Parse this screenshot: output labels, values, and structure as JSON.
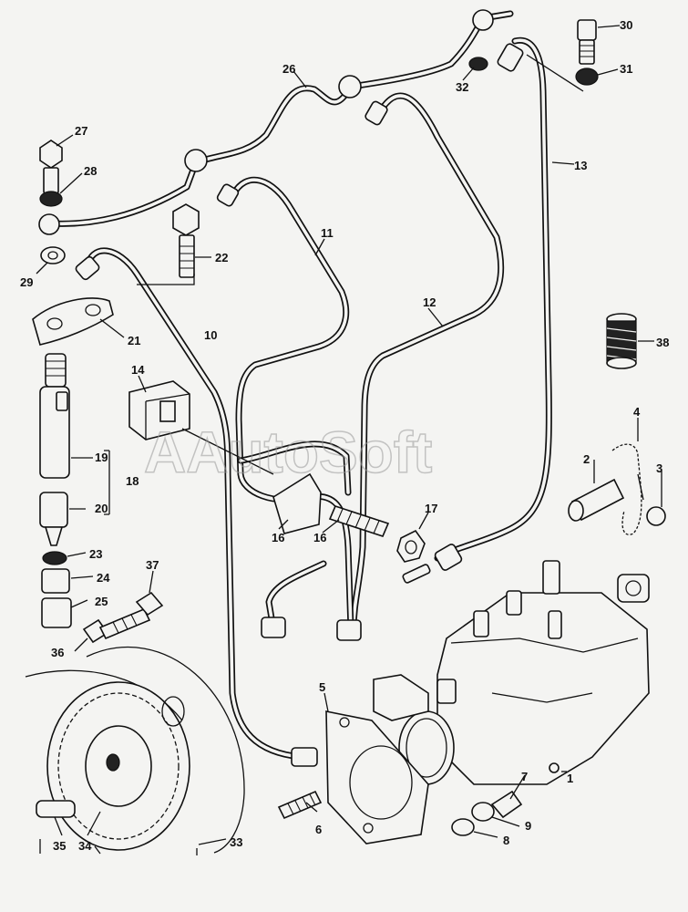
{
  "watermark": "AAutoSoft",
  "labels": {
    "l1": "1",
    "l2": "2",
    "l3": "3",
    "l4": "4",
    "l5": "5",
    "l6": "6",
    "l7": "7",
    "l8": "8",
    "l9": "9",
    "l10": "10",
    "l11": "11",
    "l12": "12",
    "l13": "13",
    "l14": "14",
    "l16a": "16",
    "l16b": "16",
    "l17": "17",
    "l18": "18",
    "l19": "19",
    "l20": "20",
    "l21": "21",
    "l22": "22",
    "l23": "23",
    "l24": "24",
    "l25": "25",
    "l26": "26",
    "l27": "27",
    "l28": "28",
    "l29": "29",
    "l30": "30",
    "l31": "31",
    "l32": "32",
    "l33": "33",
    "l34": "34",
    "l35": "35",
    "l36": "36",
    "l37": "37",
    "l38": "38"
  },
  "colors": {
    "ink": "#111111",
    "paper": "#f4f4f2",
    "watermark": "#9a9a9a"
  }
}
